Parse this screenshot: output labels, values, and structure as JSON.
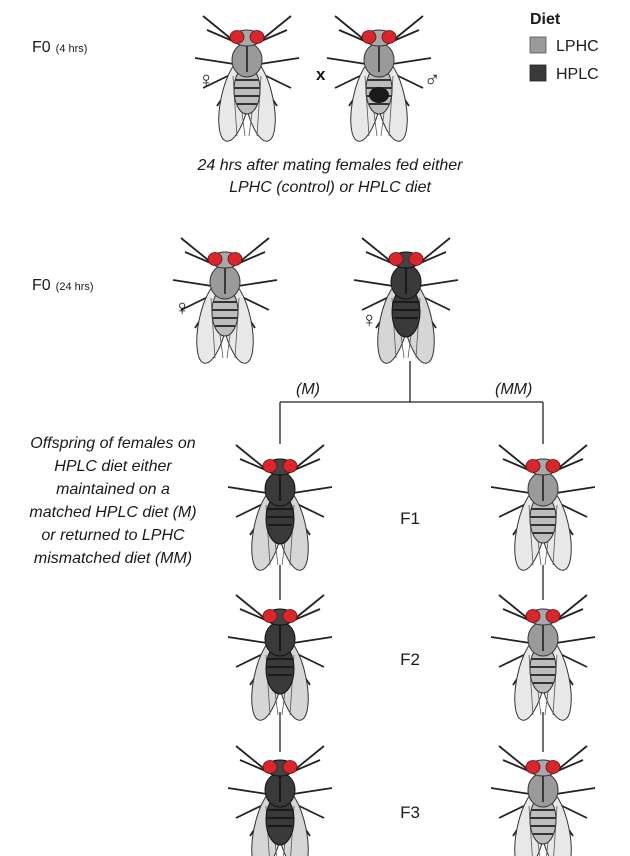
{
  "legend": {
    "title": "Diet",
    "items": [
      {
        "label": "LPHC",
        "color": "#9a9a9a"
      },
      {
        "label": "HPLC",
        "color": "#3a3a3a"
      }
    ]
  },
  "rows": {
    "f0_mating": {
      "gen": "F0",
      "time": "(4 hrs)"
    },
    "f0_feeding": {
      "gen": "F0",
      "time": "(24 hrs)"
    }
  },
  "symbols": {
    "female": "♀",
    "male": "♂",
    "cross": "x"
  },
  "caption": {
    "line1": "24 hrs after mating females fed either",
    "line2": "LPHC (control) or HPLC diet"
  },
  "branches": {
    "matched": "(M)",
    "mismatched": "(MM)"
  },
  "offspring_note": {
    "lines": [
      "Offspring of females on",
      "HPLC diet either",
      "maintained on a",
      "matched HPLC diet (M)",
      "or returned to LPHC",
      "mismatched diet (MM)"
    ]
  },
  "generations": [
    "F1",
    "F2",
    "F3"
  ],
  "colors": {
    "lphc_body": "#9a9a9a",
    "hplc_body": "#3a3a3a",
    "eye": "#d8262c",
    "line": "#222222"
  }
}
